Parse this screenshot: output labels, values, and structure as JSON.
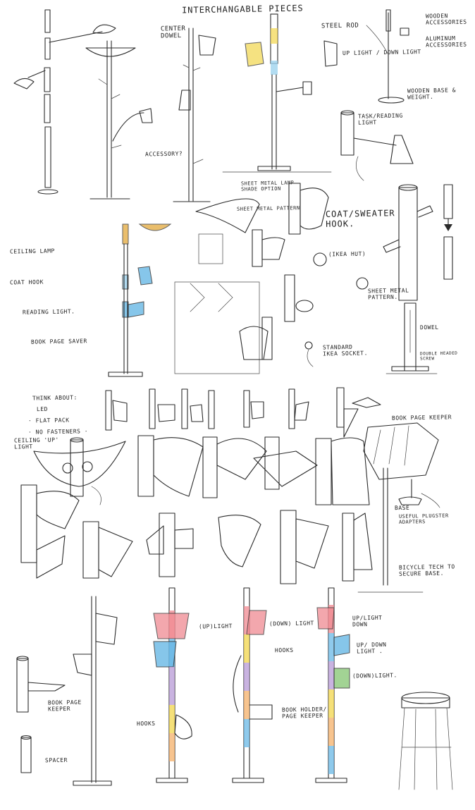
{
  "labels": {
    "interchangable_pieces": "INTERCHANGABLE PIECES",
    "center_dowel": "CENTER DOWEL",
    "accessory": "ACCESSORY?",
    "steel_rod": "STEEL ROD",
    "wooden_accessories": "WOODEN ACCESSORIES",
    "aluminum_accessories": "ALUMINUM ACCESSORIES",
    "up_light_down_light": "UP LIGHT / DOWN LIGHT",
    "wooden_base_weight": "WOODEN BASE & WEIGHT.",
    "task_reading_light": "TASK/READING LIGHT",
    "sheet_metal_lamp_shade": "SHEET METAL LAMP SHADE OPTION",
    "sheet_metal_pattern": "SHEET METAL PATTERN",
    "coat_sweater_hook": "COAT/SWEATER HOOK.",
    "ceiling_lamp": "CEILING LAMP",
    "coat_hook": "COAT HOOK",
    "reading_light": "READING LIGHT.",
    "book_page_saver": "BOOK PAGE SAVER",
    "ikea_hut": "(IKEA HUT)",
    "sheet_metal_pattern_2": "SHEET METAL PATTERN.",
    "standard_ikea_socket": "STANDARD IKEA SOCKET.",
    "dowel": "DOWEL",
    "double_headed_screw": "DOUBLE HEADED SCREW",
    "think_about": "THINK ABOUT:",
    "led": "LED",
    "flat_pack": "· FLAT PACK",
    "no_fasteners": "· NO FASTENERS ·",
    "ceiling_up_light": "CEILING 'UP' LIGHT",
    "book_page_keeper": "BOOK PAGE KEEPER",
    "base": "BASE",
    "useful_plugster_adapters": "USEFUL PLUGSTER ADAPTERS",
    "bicycle_tech": "BICYCLE TECH TO SECURE BASE.",
    "book_page_keeper_2": "BOOK PAGE KEEPER",
    "spacer": "SPACER",
    "hooks": "HOOKS",
    "up_light": "(UP)LIGHT",
    "down_light": "(DOWN) LIGHT",
    "hooks_2": "HOOKS",
    "book_holder_page_keeper": "BOOK HOLDER/ PAGE KEEPER",
    "up_light_down": "UP/LIGHT DOWN",
    "up_down_light": "UP/ DOWN LIGHT .",
    "down_light_2": "(DOWN)LIGHT."
  },
  "colors": {
    "pink": "#f08a92",
    "blue": "#69b8e6",
    "yellow": "#f2d64c",
    "green": "#8cc97a",
    "purple": "#b79ad6",
    "orange": "#f4b06a",
    "lightblue": "#9fd3ee",
    "amber": "#e3a93c"
  }
}
